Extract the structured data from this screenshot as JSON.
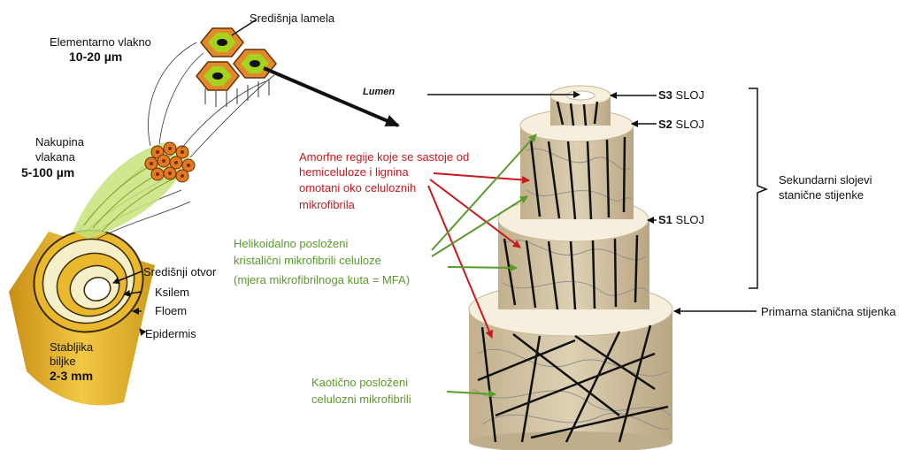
{
  "labels": {
    "elementarno_vlakno": "Elementarno vlakno",
    "elementarno_size": "10-20 µm",
    "sredisnja_lamela": "Središnja lamela",
    "nakupina_line1": "Nakupina",
    "nakupina_line2": "vlakana",
    "nakupina_size": "5-100 µm",
    "sredisnji_otvor": "Središnji otvor",
    "ksilem": "Ksilem",
    "floem": "Floem",
    "epidermis": "Epidermis",
    "stabljika_line1": "Stabljika",
    "stabljika_line2": "biljke",
    "stabljika_size": "2-3 mm",
    "lumen": "Lumen",
    "s3_bold": "S3",
    "s2_bold": "S2",
    "s1_bold": "S1",
    "sloj": "SLOJ",
    "sekundarni_line1": "Sekundarni slojevi",
    "sekundarni_line2": "stanične stijenke",
    "primarna": "Primarna stanična stijenka",
    "amorfne_line1": "Amorfne regije koje se sastoje od",
    "amorfne_line2": "hemiceluloze i lignina",
    "amorfne_line3": "omotani oko celuloznih",
    "amorfne_line4": "mikrofibrila",
    "helikoidalno_line1": "Helikoidalno posloženi",
    "helikoidalno_line2": "kristalični mikrofibrili celuloze",
    "helikoidalno_line3": "(mjera mikrofibrilnoga kuta = MFA)",
    "kaoticno_line1": "Kaotično posloženi",
    "kaoticno_line2": "celulozni mikrofibrili"
  },
  "colors": {
    "red_text": "#c8191e",
    "green_text": "#5a9a2a",
    "tan": "#d7c7a8",
    "stem_gold": "#e6b52a",
    "hex_orange": "#e08a2c",
    "hex_green": "#a6d11c"
  }
}
